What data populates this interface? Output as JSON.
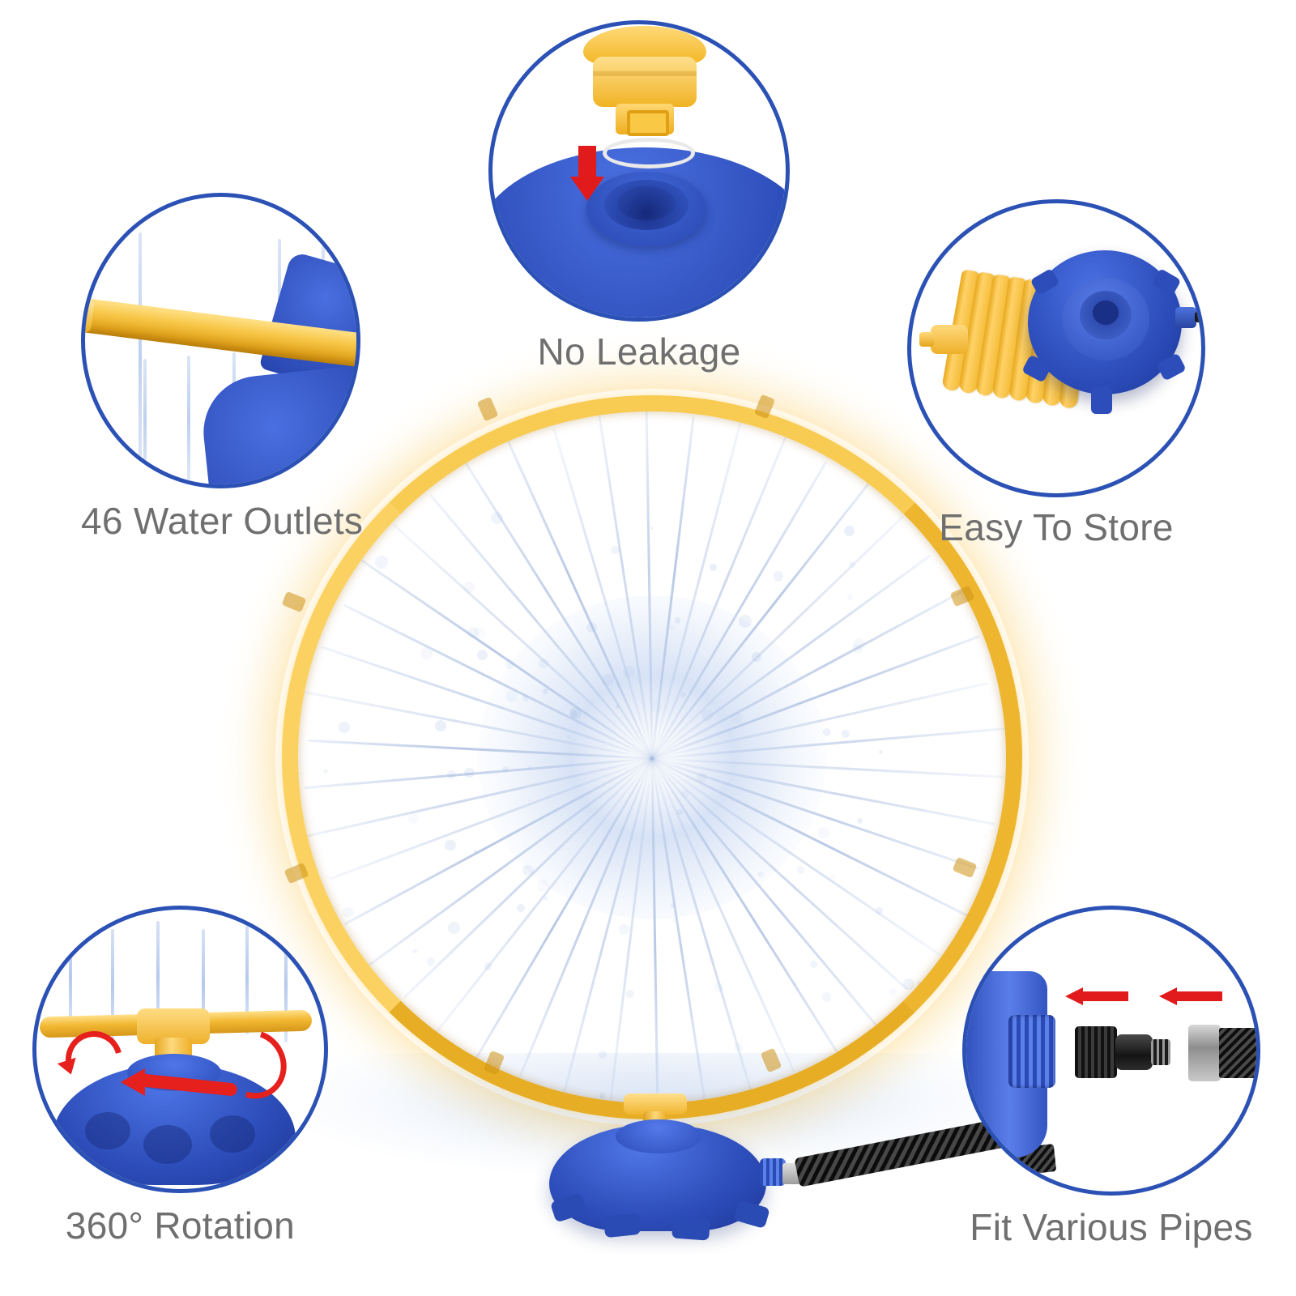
{
  "product": {
    "name": "Hoop Water Sprinkler",
    "colors": {
      "yellow": "#f3bb36",
      "blue": "#2c4cb8",
      "circle_border": "#2b51b5",
      "label_text": "#6f6f6f",
      "arrow_red": "#e11b1b",
      "water": "#a9c0ea"
    }
  },
  "callouts": [
    {
      "id": "water-outlets",
      "label": "46 Water Outlets",
      "position": "top-left",
      "icon": "sprinkler-pipe-icon",
      "description": "Yellow sprinkler pipe with water jets spraying downward over blue base"
    },
    {
      "id": "no-leakage",
      "label": "No Leakage",
      "position": "top-center",
      "icon": "o-ring-seal-icon",
      "description": "Yellow nozzle cap above white O-ring seal and blue sprinkler dome, red down arrow"
    },
    {
      "id": "easy-to-store",
      "label": "Easy To Store",
      "position": "top-right",
      "icon": "stacked-arcs-icon",
      "description": "Disassembled yellow hoop arc segments stacked beside blue sprinkler base"
    },
    {
      "id": "rotation",
      "label": "360° Rotation",
      "position": "bottom-left",
      "icon": "rotation-arrow-icon",
      "description": "Yellow tee joint on blue rotating base with red curved rotation arrows"
    },
    {
      "id": "fit-pipes",
      "label": "Fit Various Pipes",
      "position": "bottom-right",
      "icon": "hose-connector-icon",
      "description": "Blue threaded connector, black quick-connect adapter and braided hose with red arrows"
    }
  ],
  "hero": {
    "alt": "Large yellow hoop sprinkler spraying water inward from 46 outlets, mounted on blue star base with black hose",
    "ring_color": "#f3bb36",
    "base_color": "#2c4cb8",
    "hose_color": "#141414"
  }
}
